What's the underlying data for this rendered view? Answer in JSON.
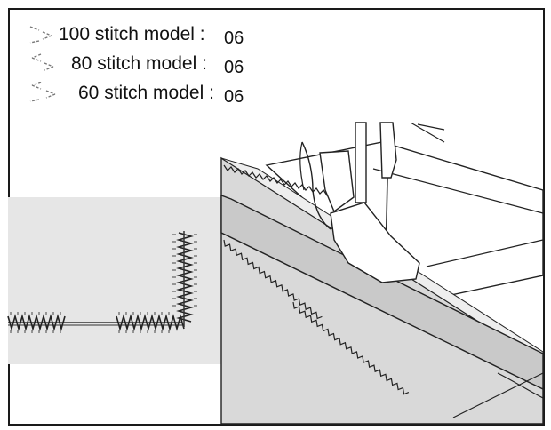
{
  "legend": {
    "items": [
      {
        "label": "100 stitch model :",
        "value": "06",
        "icon": "zigzag-stitch-icon"
      },
      {
        "label": "80 stitch model :",
        "value": "06",
        "icon": "zigzag-stitch-icon"
      },
      {
        "label": "60 stitch model :",
        "value": "06",
        "icon": "zigzag-stitch-icon"
      }
    ]
  },
  "colors": {
    "line": "#1a1a1a",
    "panel_gray": "#e6e6e6",
    "fabric_gray": "#c9c9c9",
    "fabric_light": "#d9d9d9"
  }
}
